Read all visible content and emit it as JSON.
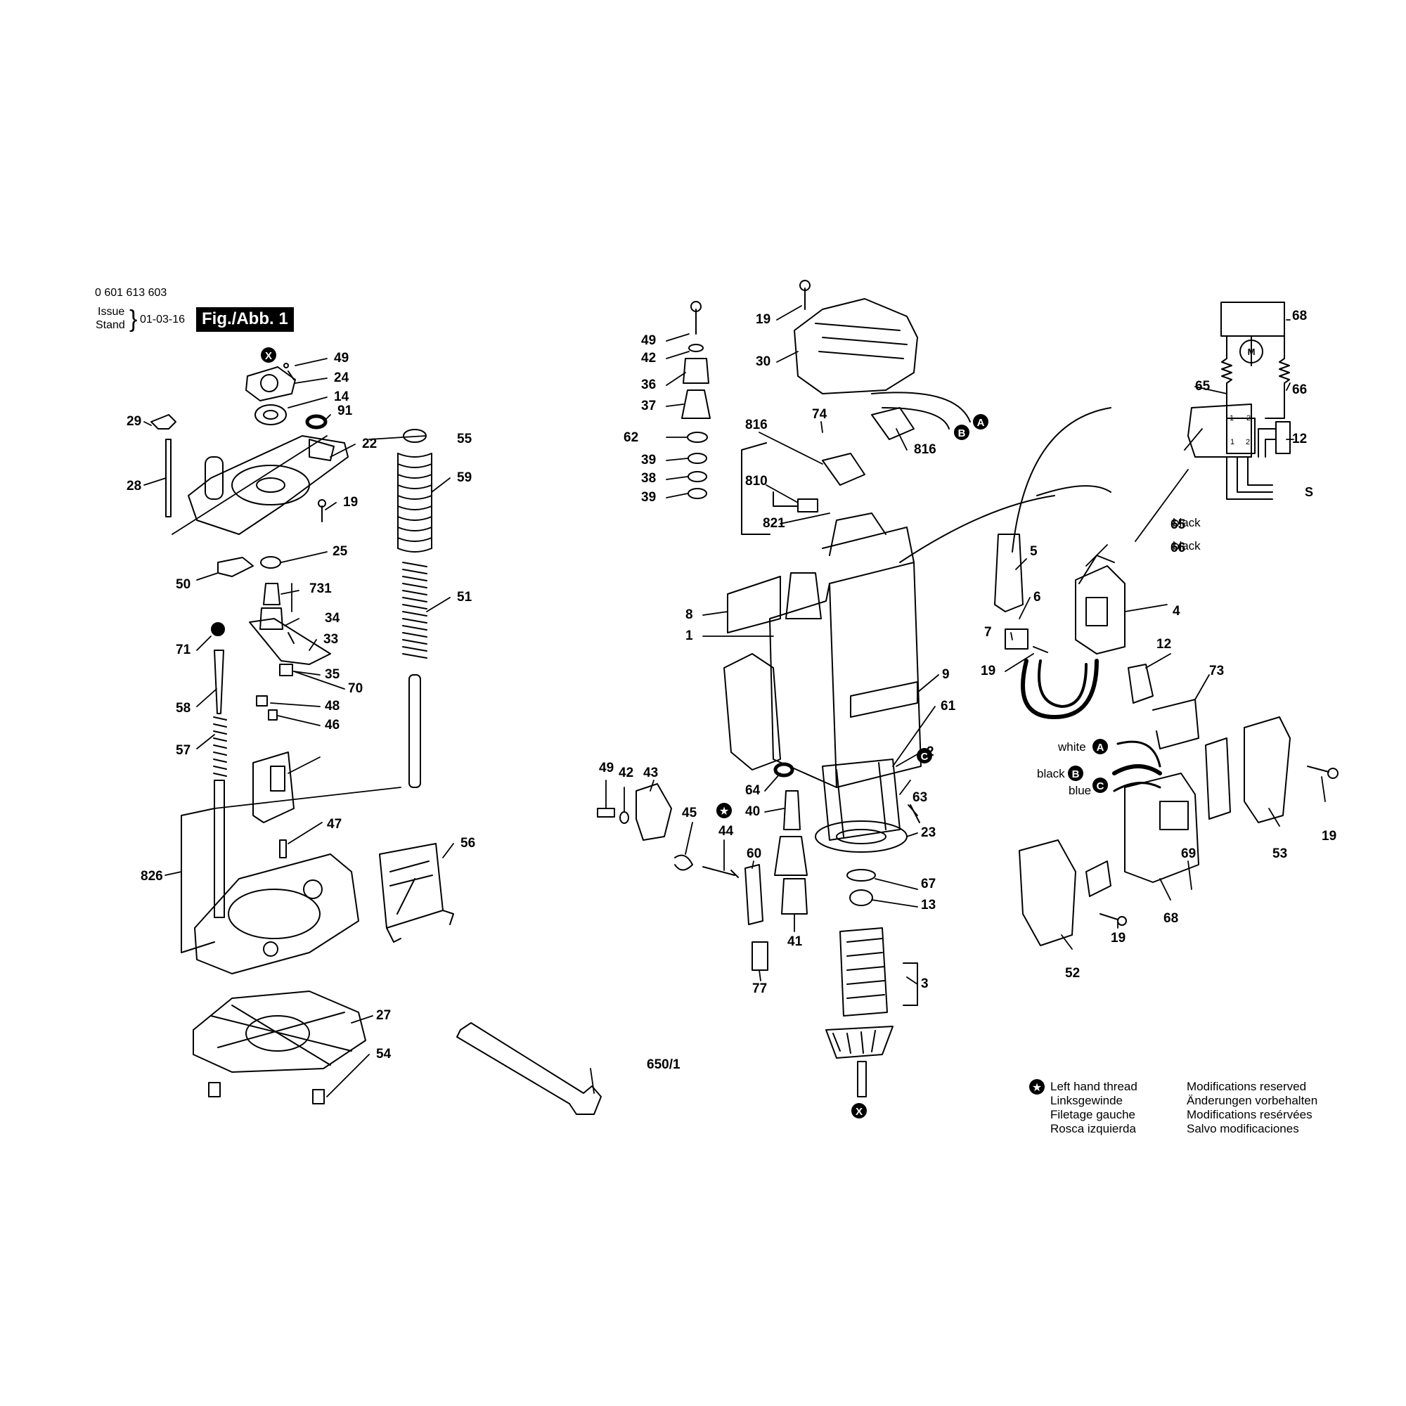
{
  "header": {
    "doc_number": "0 601 613 603",
    "issue_label": "Issue",
    "stand_label": "Stand",
    "brace": "}",
    "date": "01-03-16",
    "figure": "Fig./Abb. 1"
  },
  "markers": {
    "x": "X",
    "a": "A",
    "b": "B",
    "c": "C",
    "m": "M",
    "s": "S"
  },
  "wire_colors": {
    "black": "black",
    "white": "white",
    "blue": "blue"
  },
  "callouts": [
    "49",
    "24",
    "14",
    "91",
    "29",
    "22",
    "28",
    "19",
    "25",
    "50",
    "731",
    "34",
    "33",
    "71",
    "35",
    "70",
    "58",
    "48",
    "46",
    "57",
    "47",
    "826",
    "27",
    "54",
    "55",
    "59",
    "51",
    "56",
    "650/1",
    "19",
    "30",
    "49",
    "42",
    "36",
    "37",
    "62",
    "39",
    "38",
    "39",
    "816",
    "74",
    "816",
    "810",
    "821",
    "8",
    "1",
    "5",
    "6",
    "7",
    "19",
    "9",
    "61",
    "2",
    "64",
    "40",
    "63",
    "23",
    "67",
    "13",
    "3",
    "49",
    "42",
    "43",
    "45",
    "44",
    "60",
    "41",
    "77",
    "65",
    "66",
    "4",
    "12",
    "73",
    "68",
    "65",
    "66",
    "12",
    "53",
    "19",
    "69",
    "68",
    "19",
    "52"
  ],
  "switch_terminals": {
    "top_left": "1",
    "top_right": "2",
    "bottom_left": "1",
    "bottom_right": "2"
  },
  "legend": {
    "thread": [
      "Left hand thread",
      "Linksgewinde",
      "Filetage gauche",
      "Rosca izquierda"
    ],
    "modifications": [
      "Modifications reserved",
      "Änderungen vorbehalten",
      "Modifications resérvées",
      "Salvo modificaciones"
    ]
  }
}
